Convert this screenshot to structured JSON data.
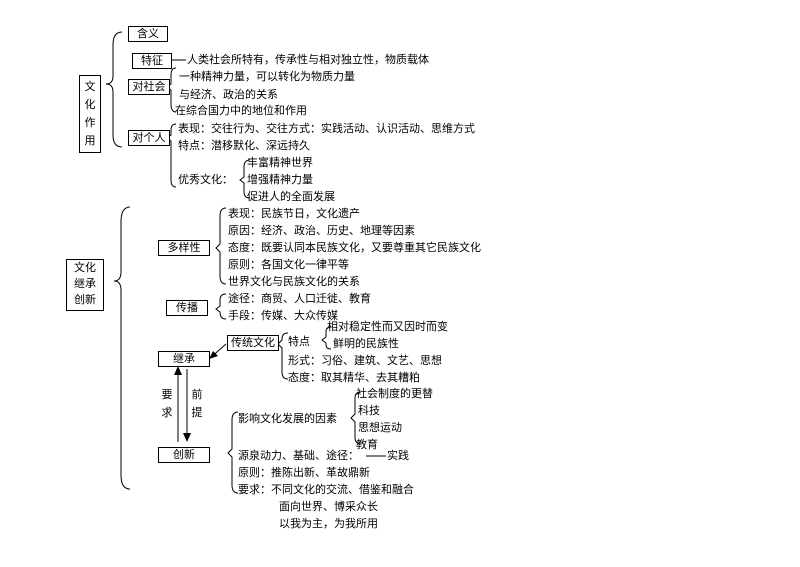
{
  "title_culture_function": "文化作用",
  "title_inherit_innovate": "文化继承创新",
  "function": {
    "meaning": "含义",
    "feature": "特征",
    "feature_desc": "人类社会所特有，传承性与相对独立性，物质载体",
    "to_society": "对社会",
    "society_items": [
      "一种精神力量，可以转化为物质力量",
      "与经济、政治的关系",
      "在综合国力中的地位和作用"
    ],
    "to_individual": "对个人",
    "individual_items": [
      "表现：交往行为、交往方式：实践活动、认识活动、思维方式",
      "特点：潜移默化、深远持久"
    ],
    "excellent_culture": "优秀文化：",
    "excellent_items": [
      "丰富精神世界",
      "增强精神力量",
      "促进人的全面发展"
    ]
  },
  "diversity": {
    "label": "多样性",
    "items": [
      "表现：民族节日，文化遗产",
      "原因：经济、政治、历史、地理等因素",
      "态度：既要认同本民族文化，又要尊重其它民族文化",
      "原则：各国文化一律平等",
      "世界文化与民族文化的关系"
    ]
  },
  "spread": {
    "label": "传播",
    "items": [
      "途径：商贸、人口迁徙、教育",
      "手段：传媒、大众传媒"
    ]
  },
  "inherit": {
    "label": "继承",
    "traditional_culture": "传统文化",
    "traits_label": "特点",
    "traits": [
      "相对稳定性而又因时而变",
      "鲜明的民族性"
    ],
    "form": "形式：习俗、建筑、文艺、思想",
    "attitude": "态度：取其精华、去其糟粕"
  },
  "arrows": {
    "requirement": "要求",
    "premise": "前提"
  },
  "innovate": {
    "label": "创新",
    "factors_label": "影响文化发展的因素",
    "factors": [
      "社会制度的更替",
      "科技",
      "思想运动",
      "教育"
    ],
    "source": "源泉动力、基础、途径：",
    "practice": "实践",
    "principle": "原则：推陈出新、革故鼎新",
    "requirements": [
      "要求：不同文化的交流、借鉴和融合",
      "面向世界、博采众长",
      "以我为主，为我所用"
    ]
  }
}
